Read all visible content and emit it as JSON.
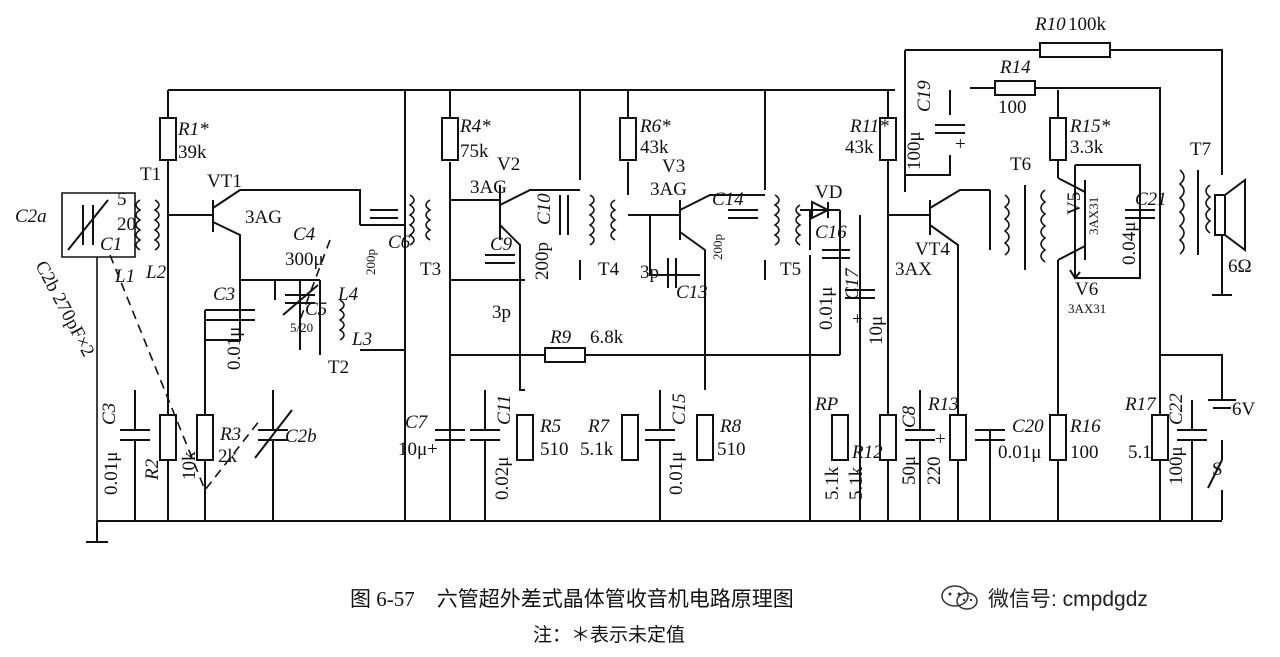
{
  "figure": {
    "number": "图 6-57",
    "title": "六管超外差式晶体管收音机电路原理图",
    "note": "注：＊表示未定值"
  },
  "watermark": {
    "text": "微信号: cmpdgdz",
    "icon": "wechat-icon"
  },
  "components": {
    "C2a": "C2a",
    "C2b_val": "C2b 270pF×2",
    "C1": "C1",
    "C1_5": "5",
    "C1_20": "20",
    "L1": "L1",
    "L2": "L2",
    "T1": "T1",
    "R1": "R1*",
    "R1_val": "39k",
    "VT1": "VT1",
    "VT1_type": "3AG",
    "C4": "C4",
    "C4_val": "300μ",
    "C3a": "C3",
    "C3a_val": "0.01μ",
    "C5": "C5",
    "C5_val": "5/20",
    "L4": "L4",
    "L3": "L3",
    "T2": "T2",
    "C6_val": "200p",
    "C6": "C6",
    "T3": "T3",
    "R4": "R4*",
    "R4_val": "75k",
    "V2": "V2",
    "V2_type": "3AG",
    "C9": "C9",
    "C9_val": "3p",
    "C10": "C10",
    "C10_val": "200p",
    "T4": "T4",
    "R6": "R6*",
    "R6_val": "43k",
    "V3": "V3",
    "V3_type": "3AG",
    "C14": "C14",
    "C14_val": "200p",
    "C13": "C13",
    "C13_val": "3p",
    "T5": "T5",
    "VD": "VD",
    "C16": "C16",
    "C16_val": "0.01μ",
    "C17": "C17",
    "C17_val": "10μ",
    "R9": "R9",
    "R9_val": "6.8k",
    "R11": "R11*",
    "R11_val": "43k",
    "C19": "C19",
    "C19_val": "100μ",
    "VT4": "VT4",
    "VT4_type": "3AX",
    "R10": "R10",
    "R10_val": "100k",
    "R14": "R14",
    "R14_val": "100",
    "R15": "R15*",
    "R15_val": "3.3k",
    "T6": "T6",
    "T7": "T7",
    "V5": "V5",
    "V5_type": "3AX31",
    "V6": "V6",
    "V6_type": "3AX31",
    "C21": "C21",
    "C21_val": "0.04μ",
    "SPK_val": "6Ω",
    "C3b": "C3",
    "C3b_val": "0.01μ",
    "R2": "R2",
    "R2_val": "10k",
    "R3": "R3",
    "R3_val": "2k",
    "C2b": "C2b",
    "C7": "C7",
    "C7_val": "10μ+",
    "C11": "C11",
    "C11_val": "0.02μ",
    "R5": "R5",
    "R5_val": "510",
    "R7": "R7",
    "R7_val": "5.1k",
    "C15": "C15",
    "C15_val": "0.01μ",
    "R8": "R8",
    "R8_val": "510",
    "RP": "RP",
    "RP_val": "5.1k",
    "R12": "R12",
    "R12_val": "5.1k",
    "C8": "C8",
    "C8_val": "50μ",
    "R13": "R13",
    "R13_val": "220",
    "C20": "C20",
    "C20_val": "0.01μ",
    "R16": "R16",
    "R16_val": "100",
    "R17": "R17",
    "R17_val": "5.1",
    "C22": "C22",
    "C22_val": "100μ",
    "batt_val": "6V",
    "S": "S",
    "plus": "+"
  }
}
